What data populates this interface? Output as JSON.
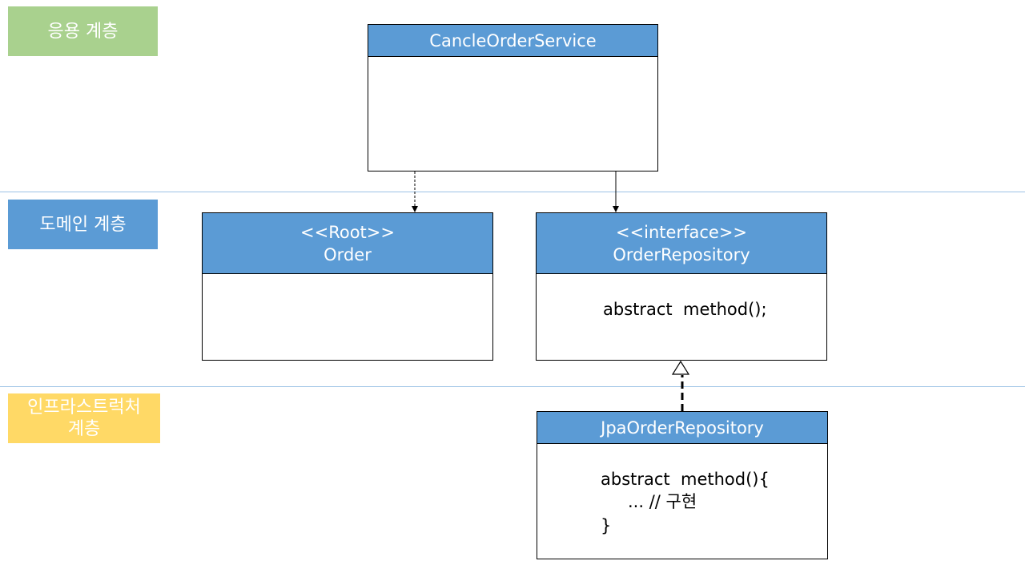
{
  "layers": {
    "application": {
      "label": "응용 계층",
      "color": "#a9d18e"
    },
    "domain": {
      "label": "도메인 계층",
      "color": "#5b9bd5"
    },
    "infrastructure": {
      "label": "인프라스트럭처\n계층",
      "color": "#ffd966"
    }
  },
  "classes": {
    "cancel_order_service": {
      "name": "CancleOrderService"
    },
    "order": {
      "stereotype": "<<Root>>",
      "name": "Order"
    },
    "order_repository": {
      "stereotype": "<<interface>>",
      "name": "OrderRepository",
      "body": "abstract  method();"
    },
    "jpa_order_repository": {
      "name": "JpaOrderRepository",
      "body_line1": "abstract  method(){",
      "body_line2": "... // 구현",
      "body_line3": "}"
    }
  },
  "relations": [
    {
      "from": "CancleOrderService",
      "to": "Order",
      "kind": "dependency"
    },
    {
      "from": "CancleOrderService",
      "to": "OrderRepository",
      "kind": "association"
    },
    {
      "from": "JpaOrderRepository",
      "to": "OrderRepository",
      "kind": "realization"
    }
  ],
  "colors": {
    "header_fill": "#5b9bd5",
    "divider": "#9dc3e6"
  }
}
